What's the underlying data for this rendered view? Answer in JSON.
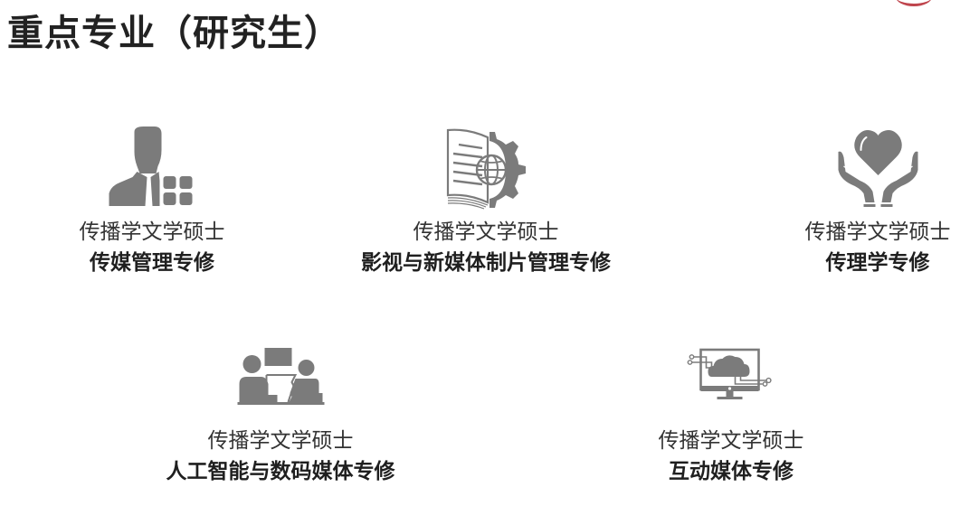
{
  "page": {
    "title": "重点专业（研究生）"
  },
  "programs": [
    {
      "icon": "businessman-grid-icon",
      "degree": "传播学文学硕士",
      "major": "传媒管理专修"
    },
    {
      "icon": "book-globe-gear-icon",
      "degree": "传播学文学硕士",
      "major": "影视与新媒体制片管理专修"
    },
    {
      "icon": "hands-heart-icon",
      "degree": "传播学文学硕士",
      "major": "传理学专修"
    },
    {
      "icon": "people-meeting-screen-icon",
      "degree": "传播学文学硕士",
      "major": "人工智能与数码媒体专修"
    },
    {
      "icon": "monitor-cloud-circuit-icon",
      "degree": "传播学文学硕士",
      "major": "互动媒体专修"
    }
  ],
  "colors": {
    "icon_gray": "#7b7b7b",
    "title_text": "#222222",
    "logo_red": "#b5252f"
  }
}
